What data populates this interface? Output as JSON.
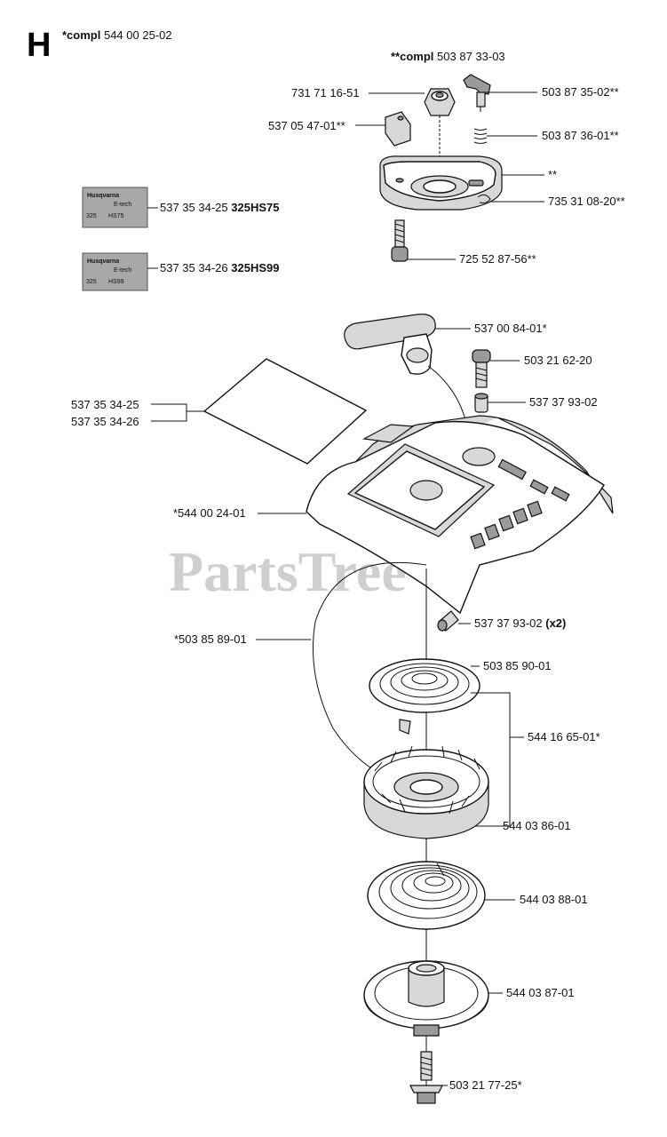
{
  "section": {
    "letter": "H",
    "compl_prefix": "*compl",
    "compl_number": "544 00 25-02"
  },
  "subassembly": {
    "compl_prefix": "**compl",
    "compl_number": "503 87 33-03"
  },
  "watermark": "PartsTree",
  "decals": [
    {
      "brand": "Husqvarna",
      "sub": "E-tech",
      "model_code": "325",
      "variant": "HS75",
      "part": "537 35 34-25",
      "model": "325HS75"
    },
    {
      "brand": "Husqvarna",
      "sub": "E-tech",
      "model_code": "325",
      "variant": "HS99",
      "part": "537 35 34-26",
      "model": "325HS99"
    }
  ],
  "callouts": {
    "p731711651": "731 71 16-51",
    "p53705470": "537 05 47-01**",
    "p50387350": "503 87 35-02**",
    "p50387360": "503 87 36-01**",
    "star2": "**",
    "p73531082": "735 31 08-20**",
    "p72552875": "725 52 87-56**",
    "p53700840": "537 00 84-01*",
    "p50321622": "503 21 62-20",
    "p53737930": "537 37 93-02",
    "p53735342a": "537 35 34-25",
    "p53735342b": "537 35 34-26",
    "p54400240": "*544 00 24-01",
    "p53737930x2": "537 37 93-02",
    "x2": "(x2)",
    "p50385890": "*503 85 89-01",
    "p50385900": "503 85 90-01",
    "p54416650": "544 16 65-01*",
    "p54403860": "544 03 86-01",
    "p54403880": "544 03 88-01",
    "p54403870": "544 03 87-01",
    "p50321772": "503 21 77-25*"
  }
}
